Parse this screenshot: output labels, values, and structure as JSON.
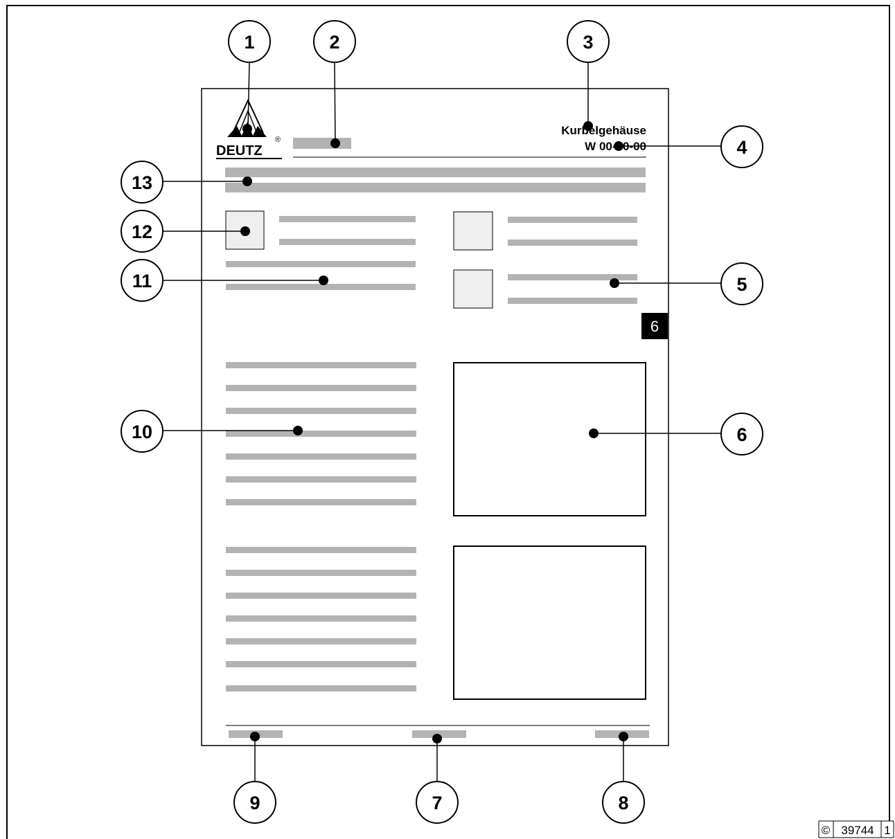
{
  "document": {
    "logo_text": "DEUTZ",
    "logo_mark": "®",
    "title": "Kurbelgehäuse",
    "document_number": "W 00-00-00",
    "chapter_tab": "6"
  },
  "callouts": [
    "1",
    "2",
    "3",
    "4",
    "5",
    "6",
    "7",
    "8",
    "9",
    "10",
    "11",
    "12",
    "13"
  ],
  "footer_reference": {
    "copyright_symbol": "©",
    "number": "39744",
    "sheet": "1"
  },
  "colors": {
    "placeholder_bar": "#b3b3b3",
    "icon_box": "#eeeeee",
    "line": "#000000",
    "tab_background": "#000000",
    "tab_text": "#ffffff"
  }
}
